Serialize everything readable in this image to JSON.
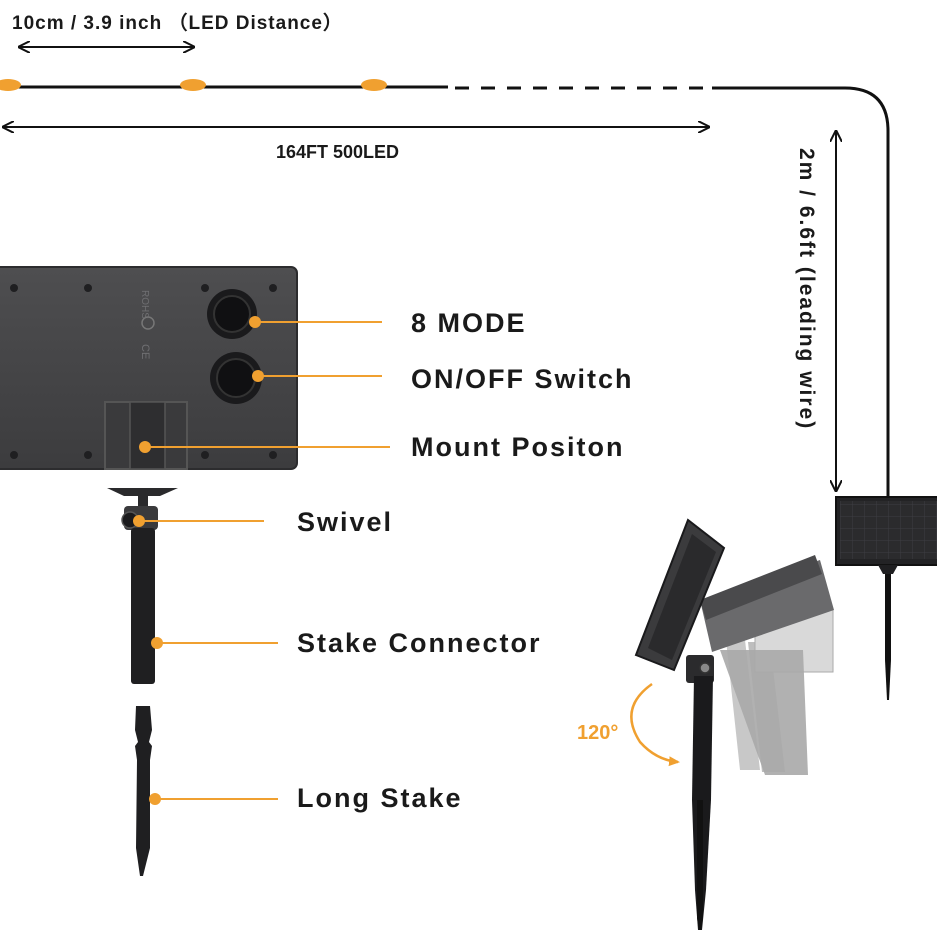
{
  "dimensions": {
    "led_distance": "10cm / 3.9 inch （LED Distance）",
    "string_length": "164FT 500LED",
    "lead_wire": "2m / 6.6ft (leading wire)"
  },
  "panel_markings": {
    "rohs": "ROHS",
    "ce": "CE"
  },
  "callouts": {
    "mode": "8 MODE",
    "switch": "ON/OFF Switch",
    "mount": "Mount Positon",
    "swivel": "Swivel",
    "stake_connector": "Stake Connector",
    "long_stake": "Long Stake"
  },
  "rotation": {
    "angle": "120°"
  },
  "colors": {
    "accent": "#f0a030",
    "panel": "#454547",
    "wire": "#111111"
  }
}
